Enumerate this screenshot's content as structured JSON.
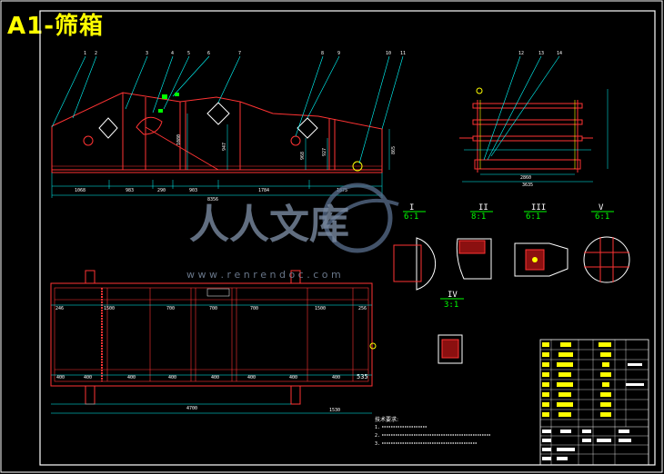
{
  "title": "A1-筛箱",
  "side_view": {
    "part_numbers": [
      "1",
      "2",
      "3",
      "4",
      "5",
      "6",
      "7",
      "8",
      "9",
      "10",
      "11"
    ],
    "dims_bottom": [
      "1068",
      "983",
      "290",
      "903",
      "1784",
      "1875"
    ],
    "total_length": "8356",
    "heights": [
      "1080",
      "947",
      "927",
      "968",
      "865"
    ]
  },
  "end_view": {
    "part_numbers": [
      "12",
      "13",
      "14"
    ],
    "dims": [
      "2860",
      "3635"
    ]
  },
  "details": [
    {
      "label": "I",
      "scale": "6:1"
    },
    {
      "label": "II",
      "scale": "8:1"
    },
    {
      "label": "III",
      "scale": "6:1"
    },
    {
      "label": "V",
      "scale": "6:1"
    },
    {
      "label": "IV",
      "scale": "3:1"
    }
  ],
  "plan_view": {
    "top_dims": [
      "246",
      "1500",
      "700",
      "700",
      "700",
      "1500",
      "256"
    ],
    "bottom_dims": [
      "400",
      "400",
      "400",
      "400",
      "400",
      "400",
      "400",
      "400"
    ],
    "overall": [
      "4700",
      "1530"
    ],
    "right_dim": "535"
  },
  "notes_heading": "技术要求:",
  "notes": [
    "1.",
    "2.",
    "3."
  ],
  "watermark": {
    "text": "人人文库",
    "url": "w w w . r e n r e n d o c . c o m"
  },
  "colors": {
    "frame": "#ffffff",
    "lines": "#ff3333",
    "cyan": "#00ffff",
    "yellow": "#ffff00",
    "green": "#00ff00"
  }
}
